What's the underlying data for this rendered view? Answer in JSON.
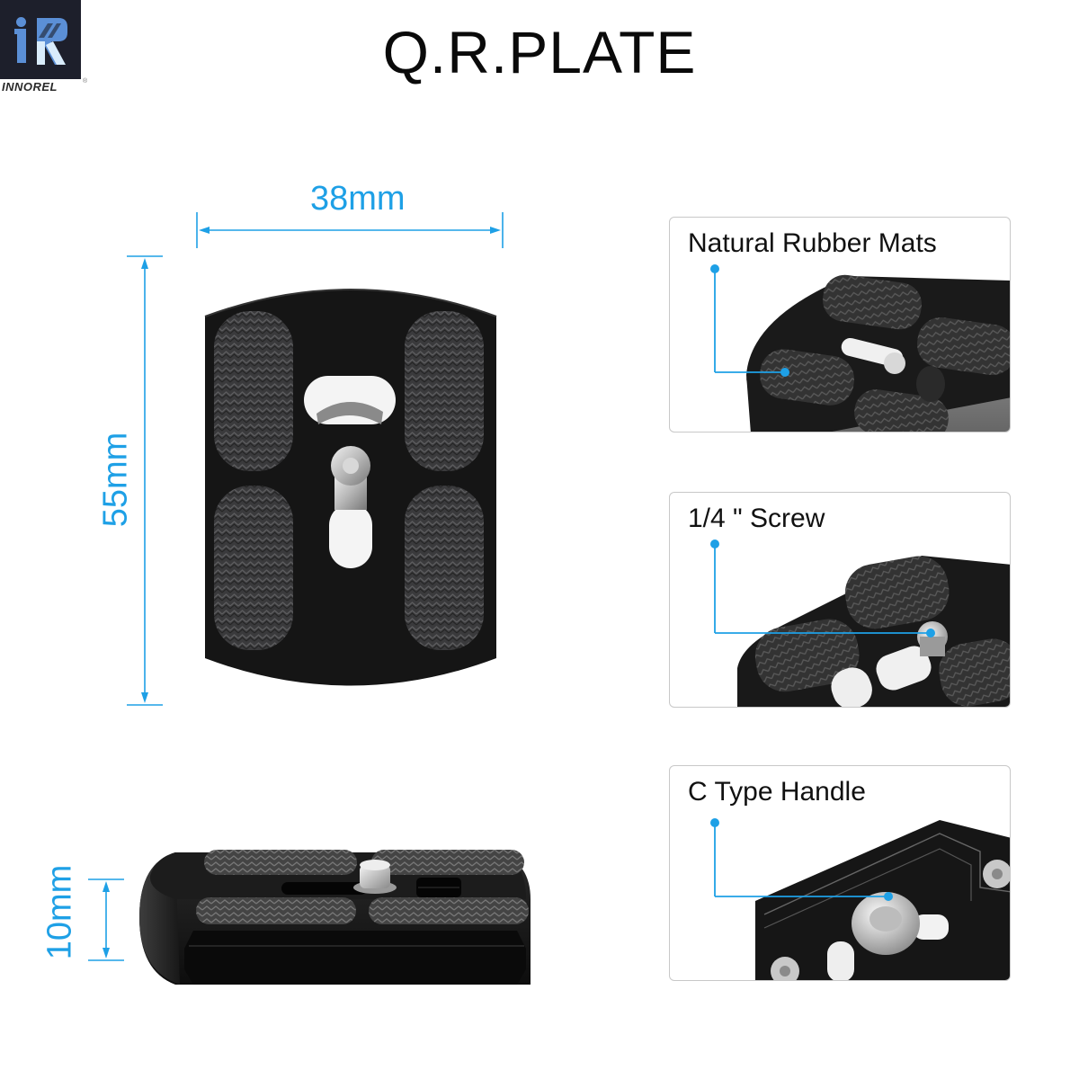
{
  "brand": {
    "logo_mark": "iR",
    "name": "INNOREL",
    "registered": "®",
    "colors": {
      "box": "#1d1f2b",
      "mark": "#5b8fd6",
      "mark_light": "#d9ecfb"
    }
  },
  "header": {
    "title": "Q.R.PLATE"
  },
  "dimensions": {
    "color": "#1ea0e6",
    "width_label": "38mm",
    "length_label": "55mm",
    "height_label": "10mm"
  },
  "product_views": {
    "top_view": "quick-release-plate-top-view",
    "side_view": "quick-release-plate-side-view"
  },
  "features": [
    {
      "label": "Natural Rubber Mats",
      "callout_target": "rubber-mat"
    },
    {
      "label": "1/4 \"  Screw",
      "callout_target": "screw"
    },
    {
      "label": "C Type Handle",
      "callout_target": "c-handle"
    }
  ]
}
